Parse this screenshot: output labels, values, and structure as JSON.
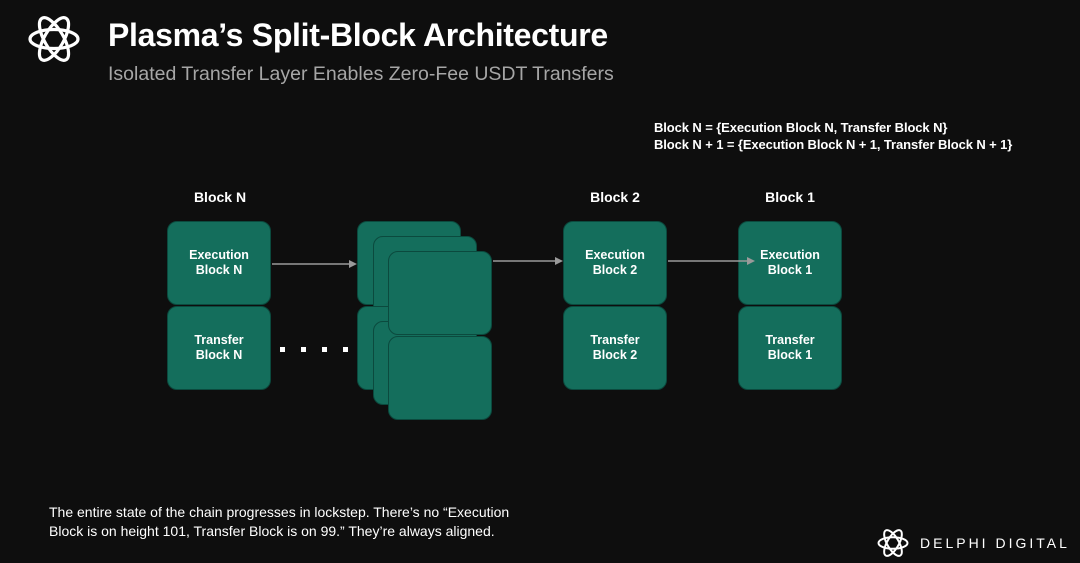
{
  "header": {
    "title": "Plasma’s Split-Block Architecture",
    "subtitle": "Isolated Transfer Layer Enables Zero-Fee USDT Transfers"
  },
  "formulas": [
    "Block N = {Execution Block N, Transfer Block N}",
    "Block N + 1 = {Execution Block N + 1, Transfer Block N + 1}"
  ],
  "diagram": {
    "columns": [
      {
        "label": "Block N",
        "execution": [
          "Execution",
          "Block N"
        ],
        "transfer": [
          "Transfer",
          "Block N"
        ]
      },
      {
        "label": "Block 2",
        "execution": [
          "Execution",
          "Block 2"
        ],
        "transfer": [
          "Transfer",
          "Block 2"
        ]
      },
      {
        "label": "Block 1",
        "execution": [
          "Execution",
          "Block 1"
        ],
        "transfer": [
          "Transfer",
          "Block 1"
        ]
      }
    ]
  },
  "footer": {
    "line1": "The entire state of the chain progresses in lockstep. There’s no “Execution",
    "line2": "Block is on height 101, Transfer Block is on 99.” They’re always aligned."
  },
  "brand": {
    "name": "DELPHI DIGITAL"
  },
  "colors": {
    "background": "#0e0e0e",
    "block_fill": "#146e5c",
    "block_border": "#0b4a3e",
    "arrow": "#9a9a9a",
    "subtitle": "#a6a6a6"
  }
}
